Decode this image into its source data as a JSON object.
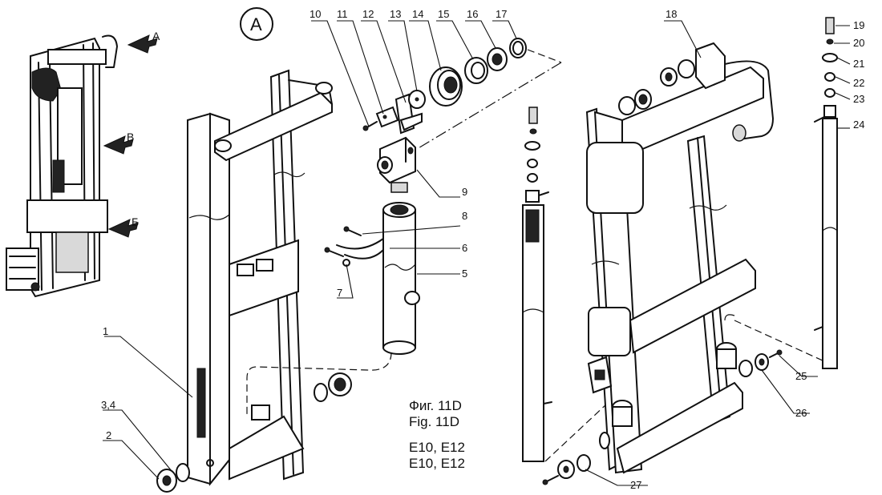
{
  "detail_marker": "A",
  "view_arrows": [
    {
      "id": "a",
      "label": "A"
    },
    {
      "id": "b",
      "label": "В"
    },
    {
      "id": "c",
      "label": "Б"
    }
  ],
  "callouts": {
    "n1": "1",
    "n2": "2",
    "n34": "3,4",
    "n5": "5",
    "n6": "6",
    "n7": "7",
    "n8": "8",
    "n9": "9",
    "n10": "10",
    "n11": "11",
    "n12": "12",
    "n13": "13",
    "n14": "14",
    "n15": "15",
    "n16": "16",
    "n17": "17",
    "n18": "18",
    "n19": "19",
    "n20": "20",
    "n21": "21",
    "n22": "22",
    "n23": "23",
    "n24": "24",
    "n25": "25",
    "n26": "26",
    "n27": "27"
  },
  "caption": {
    "line1": "Фиг. 11D",
    "line2": "Fig. 11D",
    "line3": "E10, E12",
    "line4": "E10, E12"
  }
}
